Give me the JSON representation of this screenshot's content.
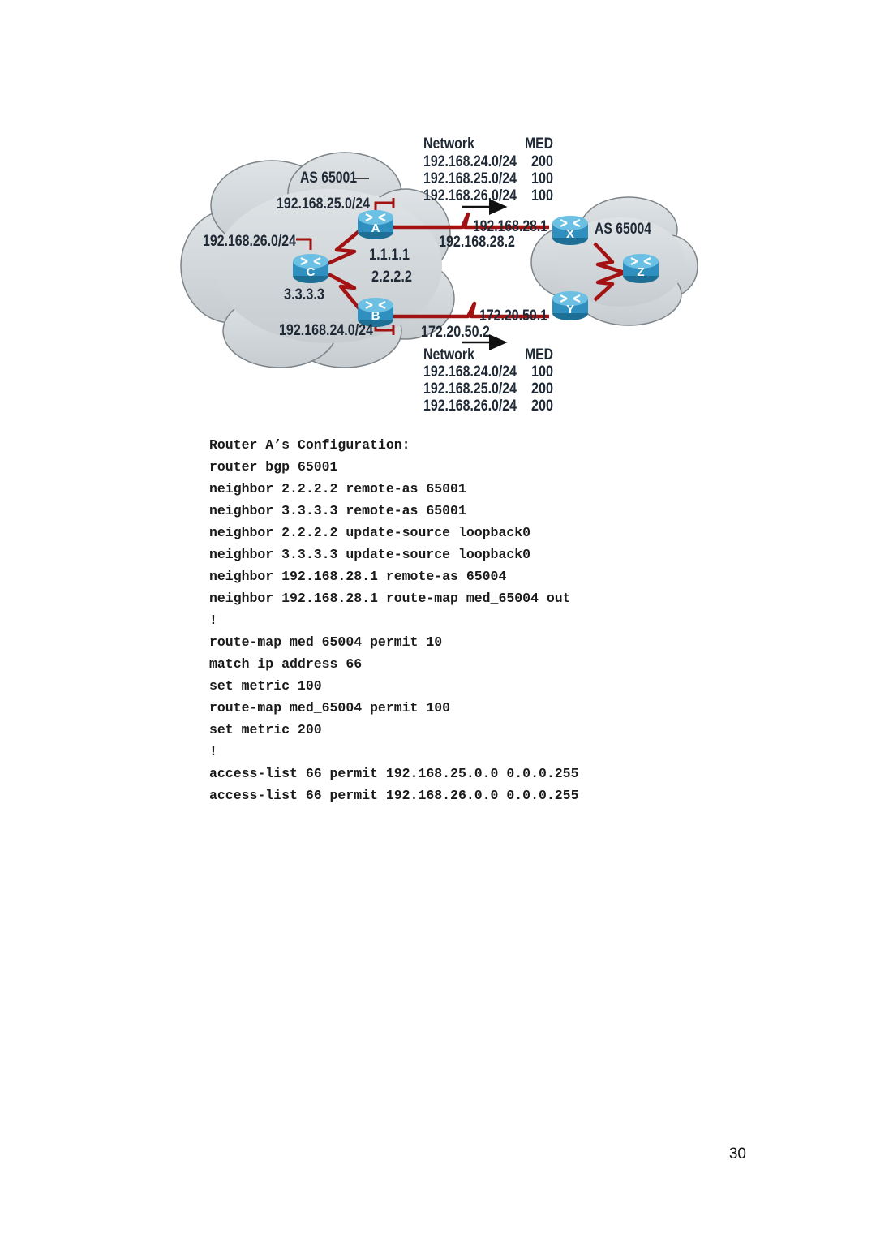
{
  "diagram": {
    "as_left": "AS 65001",
    "as_right": "AS 65004",
    "routers": {
      "a": {
        "letter": "A",
        "loopback": "1.1.1.1"
      },
      "b": {
        "letter": "B",
        "loopback": "2.2.2.2"
      },
      "c": {
        "letter": "C",
        "loopback": "3.3.3.3"
      },
      "x": {
        "letter": "X"
      },
      "y": {
        "letter": "Y"
      },
      "z": {
        "letter": "Z"
      }
    },
    "networks": {
      "a_net": "192.168.25.0/24",
      "c_net": "192.168.26.0/24",
      "b_net": "192.168.24.0/24"
    },
    "links": {
      "ax_near": "192.168.28.2",
      "ax_far": "192.168.28.1",
      "by_near": "172.20.50.2",
      "by_far": "172.20.50.1"
    },
    "top_table": {
      "header": [
        "Network",
        "MED"
      ],
      "rows": [
        [
          "192.168.24.0/24",
          "200"
        ],
        [
          "192.168.25.0/24",
          "100"
        ],
        [
          "192.168.26.0/24",
          "100"
        ]
      ]
    },
    "bottom_table": {
      "header": [
        "Network",
        "MED"
      ],
      "rows": [
        [
          "192.168.24.0/24",
          "100"
        ],
        [
          "192.168.25.0/24",
          "200"
        ],
        [
          "192.168.26.0/24",
          "200"
        ]
      ]
    },
    "colors": {
      "cloud": "#d3d8dc",
      "cloud_edge": "#7d8489",
      "router_body": "#2f8fbe",
      "router_top": "#6cc0e4",
      "link": "#a31212"
    }
  },
  "config": {
    "lines": [
      "Router A’s Configuration:",
      "router bgp 65001",
      "neighbor 2.2.2.2 remote-as 65001",
      "neighbor 3.3.3.3 remote-as 65001",
      "neighbor 2.2.2.2 update-source loopback0",
      "neighbor 3.3.3.3 update-source loopback0",
      "neighbor 192.168.28.1 remote-as 65004",
      "neighbor 192.168.28.1 route-map med_65004 out",
      "!",
      "route-map med_65004 permit 10",
      "match ip address 66",
      "set metric 100",
      "route-map med_65004 permit 100",
      "set metric 200",
      "!",
      "access-list 66 permit 192.168.25.0.0 0.0.0.255",
      "access-list 66 permit 192.168.26.0.0 0.0.0.255"
    ]
  },
  "page": {
    "number": "30"
  }
}
